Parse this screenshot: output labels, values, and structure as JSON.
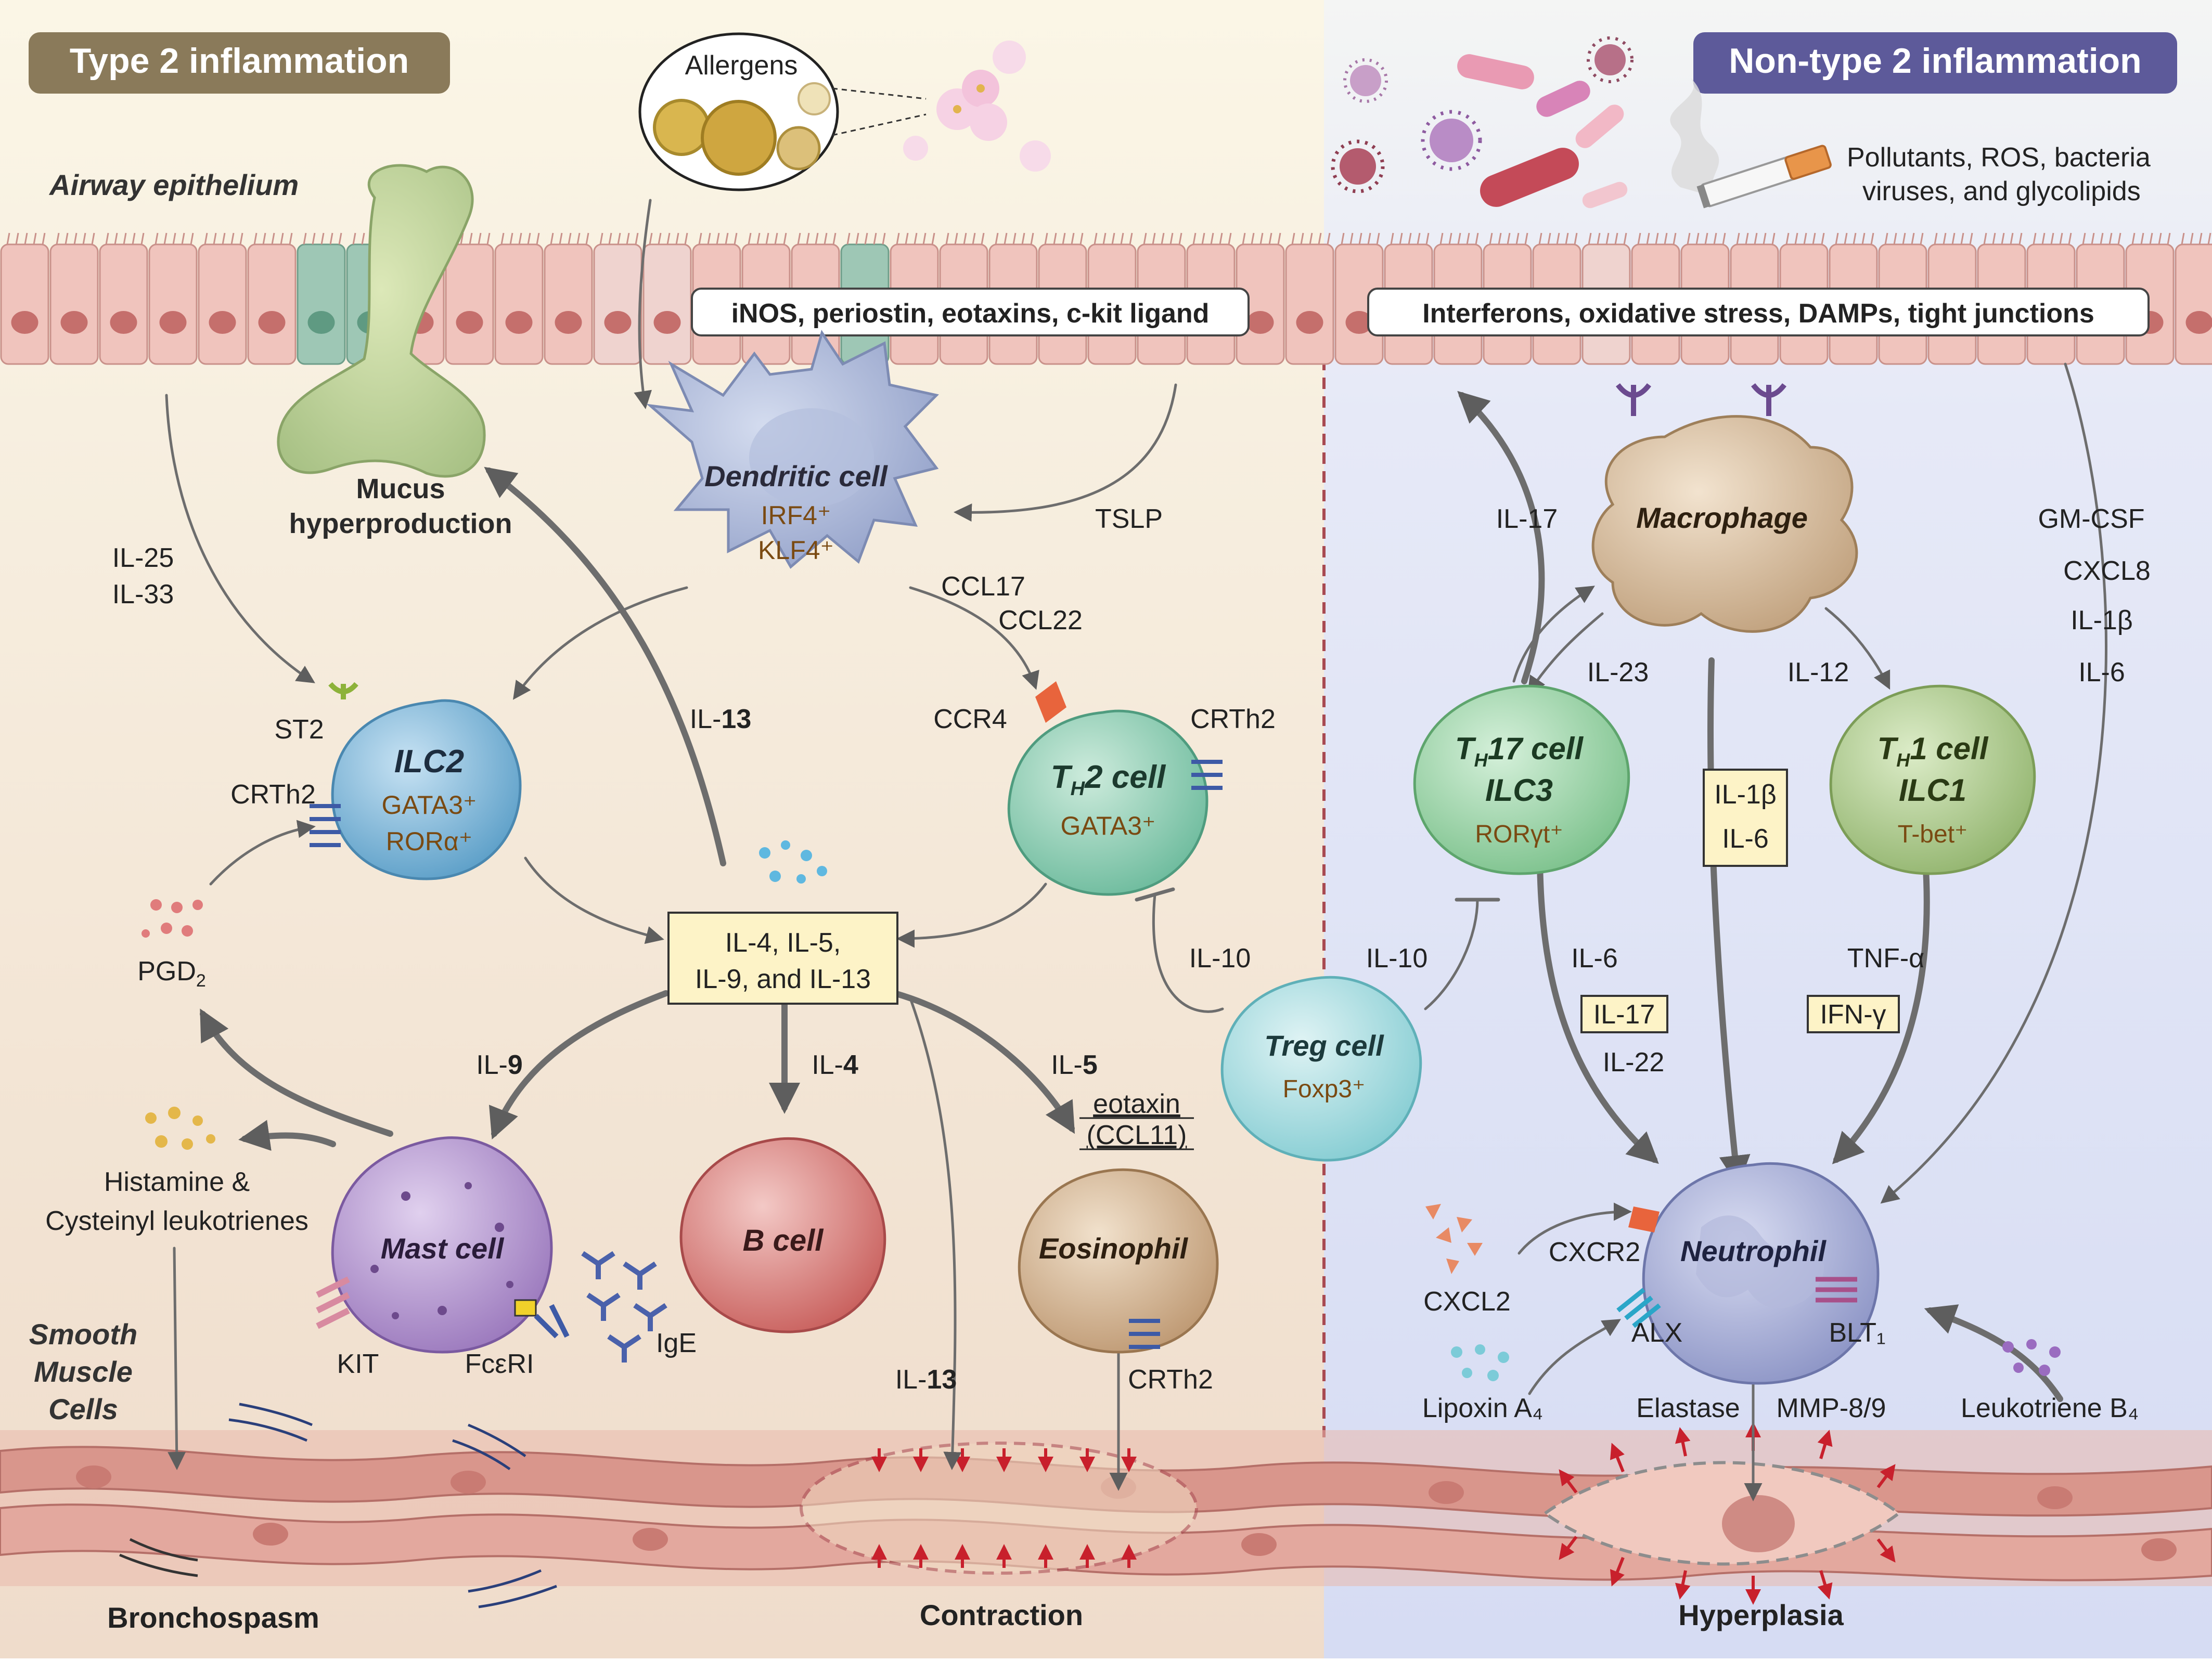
{
  "headers": {
    "type2": "Type 2 inflammation",
    "nontype2": "Non-type 2 inflammation"
  },
  "regions": {
    "airway_epithelium": "Airway epithelium",
    "smooth_muscle": [
      "Smooth",
      "Muscle",
      "Cells"
    ]
  },
  "allergens": {
    "label": "Allergens"
  },
  "pollutants": {
    "line1": "Pollutants, ROS, bacteria",
    "line2": "viruses, and glycolipids"
  },
  "epithelial_boxes": {
    "type2": "iNOS, periostin, eotaxins, c-kit ligand",
    "nontype2": "Interferons, oxidative stress, DAMPs, tight junctions"
  },
  "mucus": {
    "line1": "Mucus",
    "line2": "hyperproduction"
  },
  "cells": {
    "dendritic": {
      "name": "Dendritic cell",
      "m1": "IRF4⁺",
      "m2": "KLF4⁺"
    },
    "ilc2": {
      "name": "ILC2",
      "m1": "GATA3⁺",
      "m2": "RORα⁺"
    },
    "th2": {
      "name_pre": "T",
      "name_sub": "H",
      "name_post": "2 cell",
      "m1": "GATA3⁺"
    },
    "mast": {
      "name": "Mast cell"
    },
    "bcell": {
      "name": "B cell"
    },
    "eosinophil": {
      "name": "Eosinophil"
    },
    "treg": {
      "name": "Treg cell",
      "m1": "Foxp3⁺"
    },
    "macrophage": {
      "name": "Macrophage"
    },
    "th17": {
      "name_pre": "T",
      "name_sub": "H",
      "name_post": "17 cell",
      "name2": "ILC3",
      "m1": "RORγt⁺"
    },
    "th1": {
      "name_pre": "T",
      "name_sub": "H",
      "name_post": "1 cell",
      "name2": "ILC1",
      "m1": "T-bet⁺"
    },
    "neutrophil": {
      "name": "Neutrophil"
    }
  },
  "receptors": {
    "st2": "ST2",
    "crth2_ilc2": "CRTh2",
    "ccr4": "CCR4",
    "crth2_th2": "CRTh2",
    "kit": "KIT",
    "fceri": "FcεRI",
    "ige": "IgE",
    "crth2_eos": "CRTh2",
    "cxcr2": "CXCR2",
    "alx": "ALX",
    "blt1": "BLT₁"
  },
  "cytokines": {
    "il25": "IL-25",
    "il33": "IL-33",
    "tslp": "TSLP",
    "ccl17": "CCL17",
    "ccl22": "CCL22",
    "il13_up_pre": "IL-",
    "il13_up_bold": "13",
    "central_box_l1": "IL-4, IL-5,",
    "central_box_l2": "IL-9, and IL-13",
    "pgd2": "PGD",
    "pgd2_sub": "2",
    "histamine_l1": "Histamine &",
    "histamine_l2": "Cysteinyl leukotrienes",
    "il9_pre": "IL-",
    "il9_bold": "9",
    "il4_pre": "IL-",
    "il4_bold": "4",
    "il5_pre": "IL-",
    "il5_bold": "5",
    "eotaxin_l1": "eotaxin",
    "eotaxin_l2": "(CCL11)",
    "il13_down_pre": "IL-",
    "il13_down_bold": "13",
    "il10_a": "IL-10",
    "il10_b": "IL-10",
    "il17_up": "IL-17",
    "il23": "IL-23",
    "il12": "IL-12",
    "gmcsf": "GM-CSF",
    "cxcl8": "CXCL8",
    "il1b_r": "IL-1β",
    "il6_r": "IL-6",
    "box_il1b": "IL-1β",
    "box_il6": "IL-6",
    "il6_th17": "IL-6",
    "box_il17": "IL-17",
    "il22": "IL-22",
    "tnfa": "TNF-α",
    "box_ifng": "IFN-γ",
    "cxcl2": "CXCL2",
    "lipoxin": "Lipoxin A₄",
    "leukotriene": "Leukotriene B₄",
    "elastase": "Elastase",
    "mmp": "MMP-8/9"
  },
  "outcomes": {
    "bronchospasm": "Bronchospasm",
    "contraction": "Contraction",
    "hyperplasia": "Hyperplasia"
  },
  "colors": {
    "type2_header": "#8a7a5a",
    "nontype2_header": "#5d5a9a",
    "left_bg": "#f2e3d4",
    "right_bg": "#dfe3f6",
    "arrow": "#6d6d6d",
    "marker_text": "#7a4a12",
    "cytokine_box": "#fdf3c7"
  }
}
